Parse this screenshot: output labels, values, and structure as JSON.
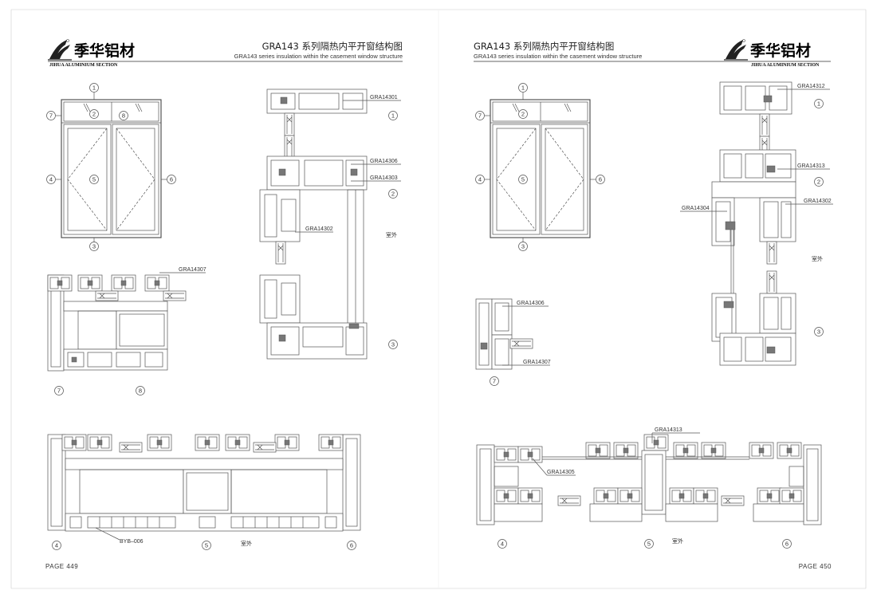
{
  "left_page": {
    "brand_cn": "季华铝材",
    "brand_en": "JIHUA ALUMINIUM SECTION",
    "title_cn": "GRA143 系列隔热内平开窗结构图",
    "title_en": "GRA143 series insulation within the casement window structure",
    "page_label": "PAGE 449",
    "elevation_markers": [
      "1",
      "2",
      "3",
      "4",
      "5",
      "6",
      "7",
      "8"
    ],
    "section_markers": [
      "1",
      "2",
      "3"
    ],
    "bottom_markers": [
      "7",
      "8"
    ],
    "plan_markers": [
      "4",
      "5",
      "6"
    ],
    "parts": {
      "p1": "GRA14301",
      "p2": "GRA14306",
      "p3": "GRA14303",
      "p4": "GRA14302",
      "p5": "GRA14307",
      "p6": "BYB–006"
    },
    "outdoor_label": "室外",
    "plan_outdoor_label": "室外"
  },
  "right_page": {
    "brand_cn": "季华铝材",
    "brand_en": "JIHUA ALUMINIUM SECTION",
    "title_cn": "GRA143 系列隔热内平开窗结构图",
    "title_en": "GRA143 series insulation within the casement window structure",
    "page_label": "PAGE 450",
    "elevation_markers": [
      "1",
      "2",
      "3",
      "4",
      "5",
      "6",
      "7"
    ],
    "section_markers": [
      "1",
      "2",
      "3"
    ],
    "corner_marker": "7",
    "plan_markers": [
      "4",
      "5",
      "6"
    ],
    "parts": {
      "p1": "GRA14312",
      "p2": "GRA14313",
      "p3": "GRA14302",
      "p4": "GRA14304",
      "p5": "GRA14306",
      "p6": "GRA14307",
      "p7": "GRA14313",
      "p8": "GRA14305"
    },
    "outdoor_label": "室外",
    "plan_outdoor_label": "室外"
  }
}
